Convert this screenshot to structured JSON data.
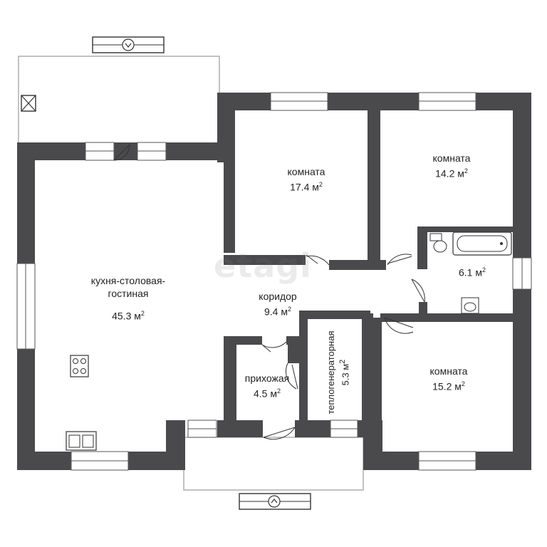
{
  "rooms": {
    "kitchen": {
      "name_line1": "кухня-столовая-",
      "name_line2": "гостиная",
      "area": "45.3 м",
      "unit_sup": "2"
    },
    "room_17": {
      "name": "комната",
      "area": "17.4 м",
      "unit_sup": "2"
    },
    "room_14": {
      "name": "комната",
      "area": "14.2 м",
      "unit_sup": "2"
    },
    "bathroom": {
      "area": "6.1 м",
      "unit_sup": "2"
    },
    "corridor": {
      "name": "коридор",
      "area": "9.4 м",
      "unit_sup": "2"
    },
    "hallway": {
      "name": "прихожая",
      "area": "4.5 м",
      "unit_sup": "2"
    },
    "boiler": {
      "name": "теплогенераторная",
      "area": "5.3 м",
      "unit_sup": "2"
    },
    "room_15": {
      "name": "комната",
      "area": "15.2 м",
      "unit_sup": "2"
    }
  },
  "watermark": "etagi",
  "colors": {
    "wall": "#4a4a4d",
    "window": "#ffffff",
    "outline": "#9a9a9a",
    "watermark": "#c8c8c8"
  },
  "icons": {
    "entrance_top": "entrance-arrow-icon",
    "entrance_bottom": "entrance-arrow-icon",
    "stove": "stove-icon",
    "sink": "sink-icon",
    "bathtub": "bathtub-icon",
    "toilet": "toilet-icon",
    "washbasin": "washbasin-icon",
    "vent": "vent-icon"
  }
}
